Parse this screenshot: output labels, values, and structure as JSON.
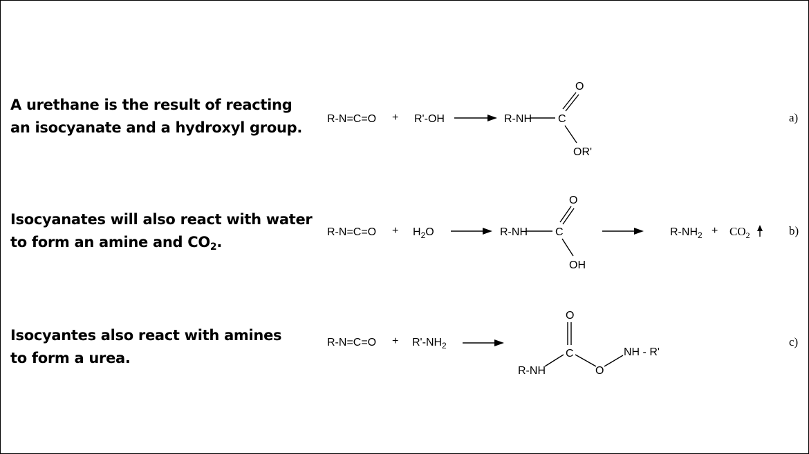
{
  "descriptions": [
    {
      "line1": "A urethane is the result of reacting",
      "line2": "an isocyanate and a hydroxyl group."
    },
    {
      "line1": "Isocyanates will also react with water",
      "line2_pre": "to form an amine and CO",
      "line2_sub": "2",
      "line2_post": "."
    },
    {
      "line1": "Isocyantes also react with amines",
      "line2": "to form a urea."
    }
  ],
  "reactions": {
    "a": {
      "reactant1": "R-N=C=O",
      "plus": "+",
      "reactant2": "R'-OH",
      "product": {
        "left": "R-NH",
        "center": "C",
        "top": "O",
        "bottom": "OR'"
      },
      "label": "a)"
    },
    "b": {
      "reactant1": "R-N=C=O",
      "plus": "+",
      "reactant2_main": "H",
      "reactant2_sub": "2",
      "reactant2_end": "O",
      "intermediate": {
        "left": "R-NH",
        "center": "C",
        "top": "O",
        "bottom": "OH"
      },
      "product1_main": "R-NH",
      "product1_sub": "2",
      "plus2": "+",
      "product2_main": "CO",
      "product2_sub": "2",
      "label": "b)"
    },
    "c": {
      "reactant1": "R-N=C=O",
      "plus": "+",
      "reactant2_main": "R'-NH",
      "reactant2_sub": "2",
      "product": {
        "left": "R-NH",
        "center": "C",
        "top": "O",
        "oxygen": "O",
        "right": "NH - R'"
      },
      "label": "c)"
    }
  }
}
